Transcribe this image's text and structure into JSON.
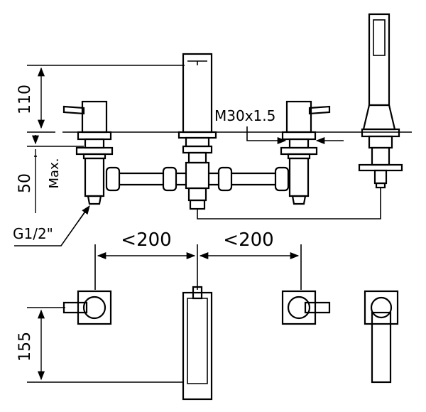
{
  "labels": {
    "height_top": "110",
    "height_mid": "50",
    "max": "Max.",
    "thread": "M30x1.5",
    "connection": "G1/2\"",
    "spacing_left": "<200",
    "spacing_right": "<200",
    "height_bottom": "155"
  }
}
